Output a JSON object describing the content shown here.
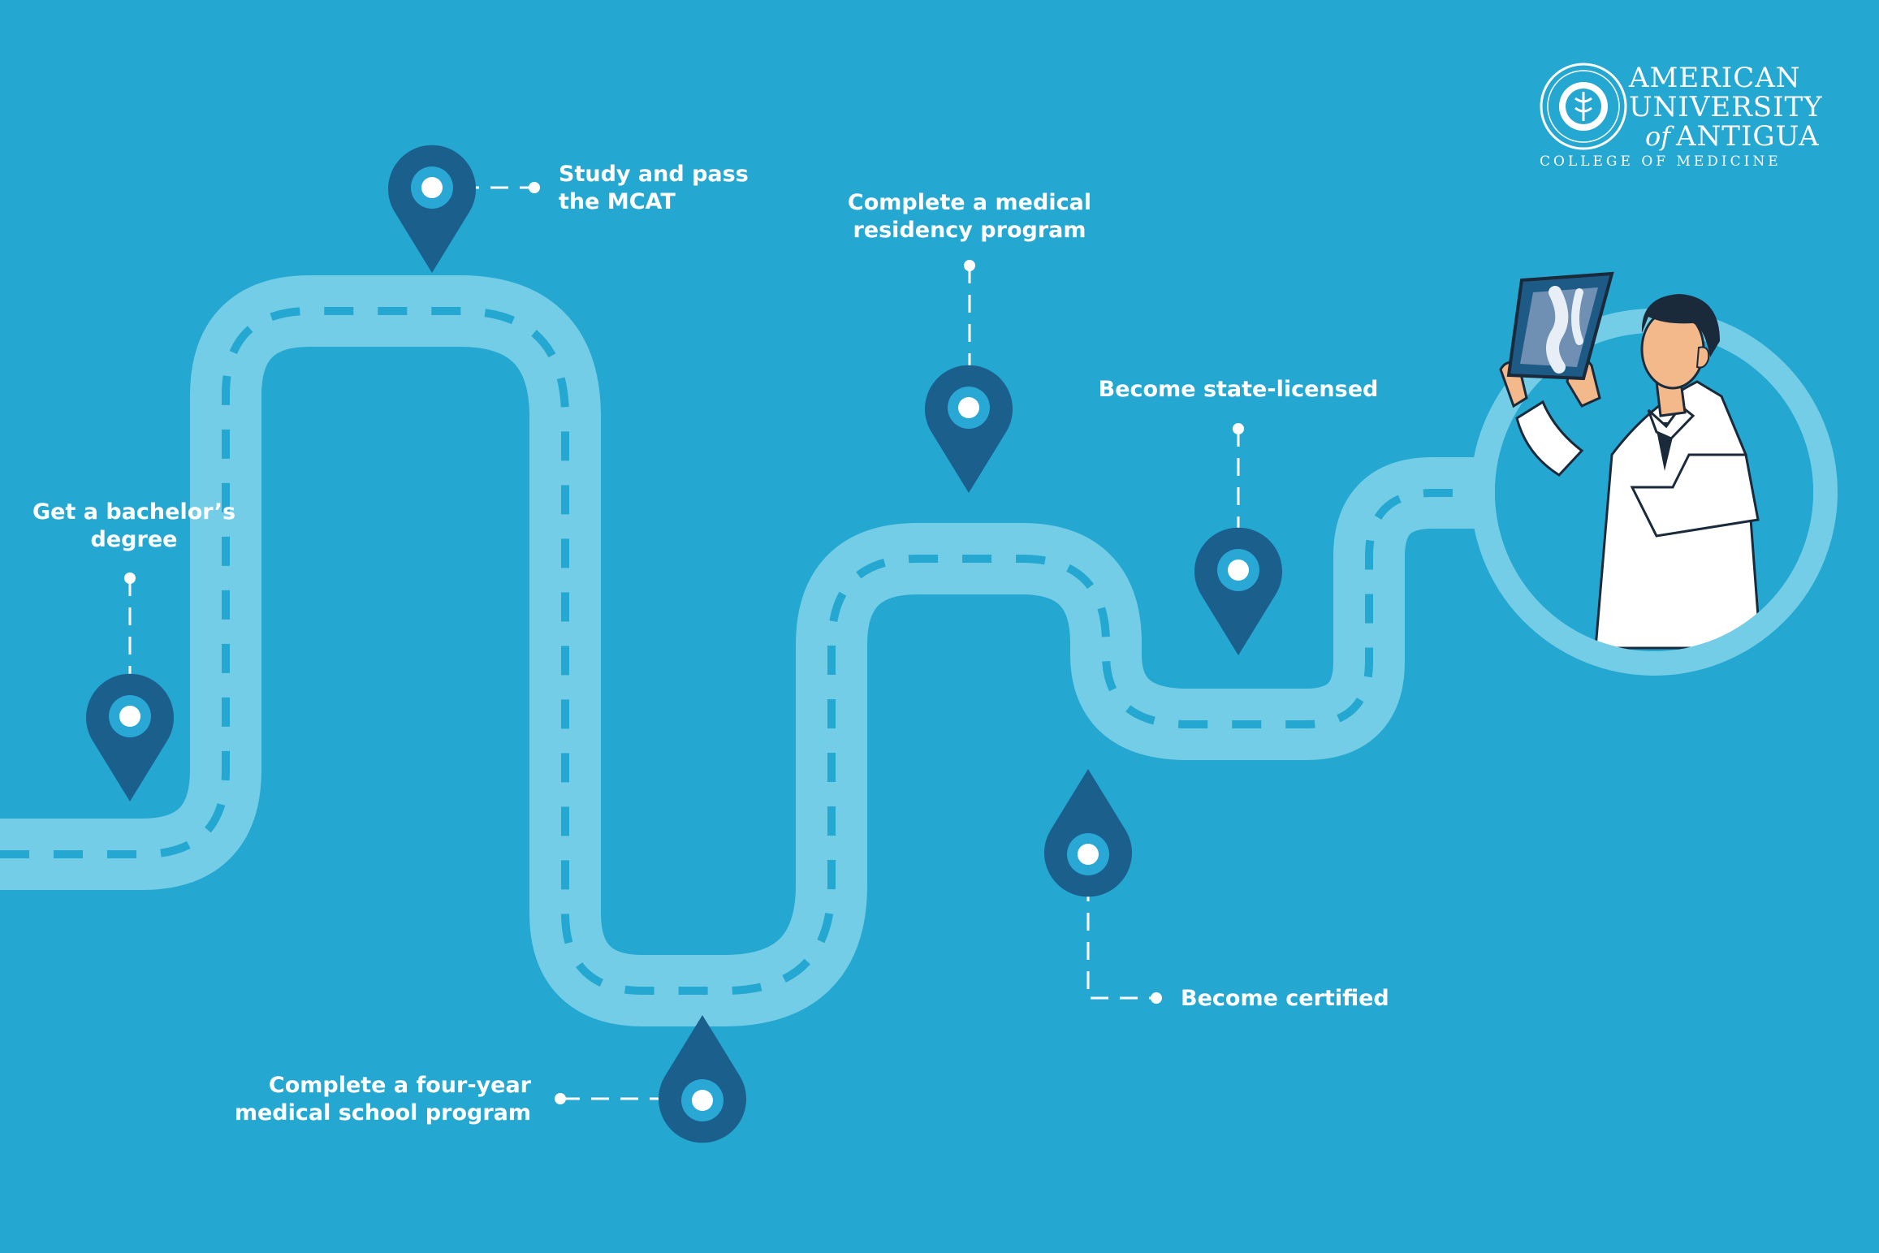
{
  "milestones": [
    {
      "id": "bachelor",
      "label_lines": [
        "Get a bachelor’s",
        "degree"
      ]
    },
    {
      "id": "mcat",
      "label_lines": [
        "Study and pass",
        "the MCAT"
      ]
    },
    {
      "id": "med_school",
      "label_lines": [
        "Complete a four-year",
        "medical school program"
      ]
    },
    {
      "id": "residency",
      "label_lines": [
        "Complete a medical",
        "residency program"
      ]
    },
    {
      "id": "certified",
      "label_lines": [
        "Become certified"
      ]
    },
    {
      "id": "licensed",
      "label_lines": [
        "Become state-licensed"
      ]
    }
  ],
  "brand": {
    "line1": "AMERICAN",
    "line2": "UNIVERSITY",
    "line3_of": "of",
    "line3": "ANTIGUA",
    "line4": "COLLEGE OF MEDICINE"
  },
  "colors": {
    "background": "#24a7d0",
    "road": "#74cde7",
    "road_dash": "#24a7d0",
    "pin": "#1b5f8c",
    "pin_ring": "#29a8d6",
    "connector": "#ffffff"
  },
  "icons": [
    "location-pin-icon",
    "university-seal-icon",
    "doctor-illustration",
    "xray-film-icon"
  ]
}
